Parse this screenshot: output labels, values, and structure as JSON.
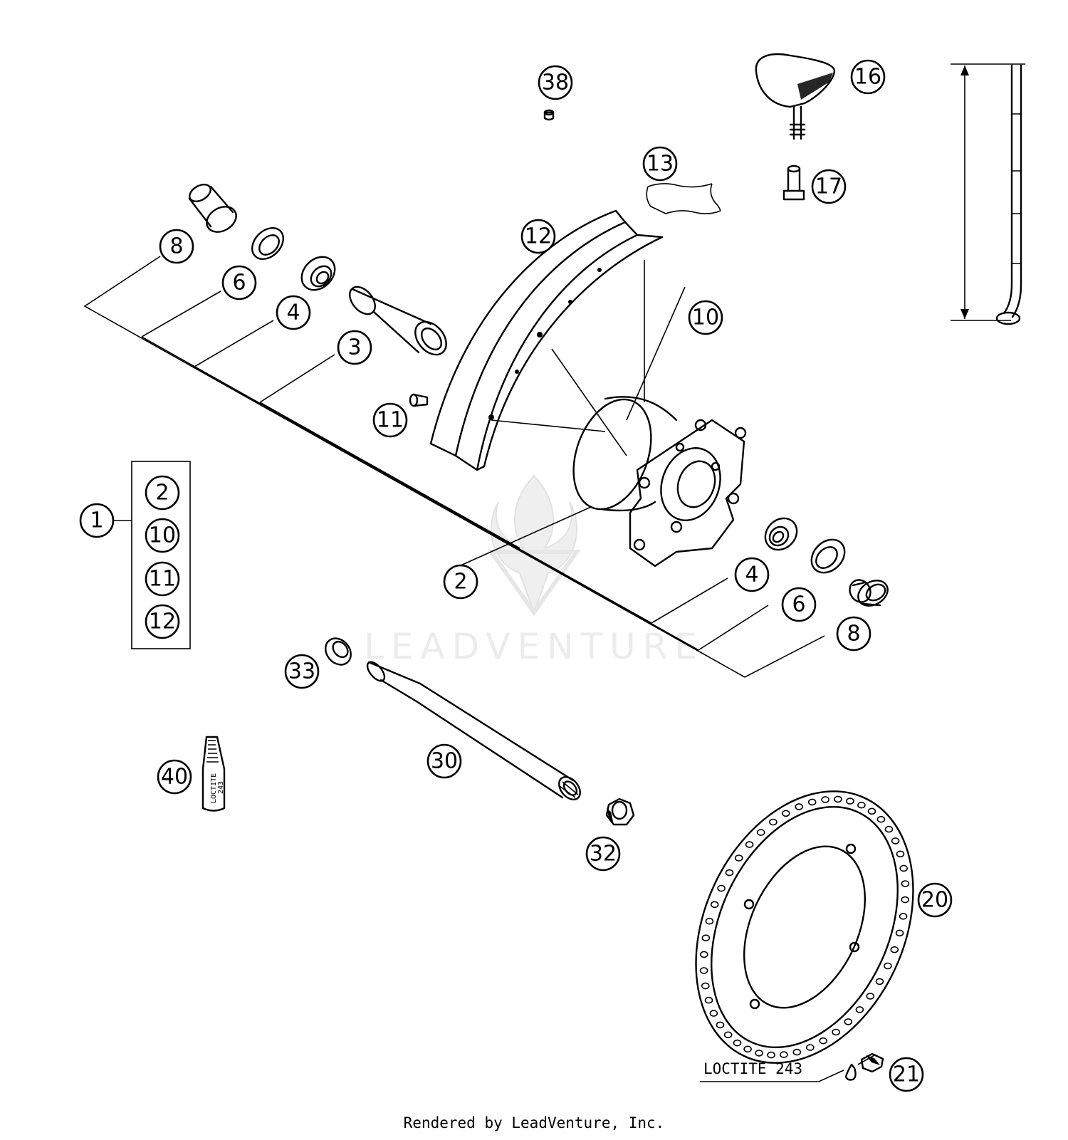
{
  "callouts": {
    "c38": "38",
    "c16": "16",
    "c13": "13",
    "c17": "17",
    "c12": "12",
    "c8": "8",
    "c6": "6",
    "c4": "4",
    "c3": "3",
    "c10": "10",
    "c11": "11",
    "c1": "1",
    "c2_box": "2",
    "c10_box": "10",
    "c11_box": "11",
    "c12_box": "12",
    "c2": "2",
    "c4b": "4",
    "c6b": "6",
    "c8b": "8",
    "c33": "33",
    "c30": "30",
    "c40": "40",
    "c32": "32",
    "c20": "20",
    "c21": "21"
  },
  "labels": {
    "loctite_note": "LOCTITE 243",
    "tube_label_line1": "LOCTITE",
    "tube_label_line2": "243"
  },
  "watermark": {
    "text": "LEADVENTURE"
  },
  "footer": {
    "text": "Rendered by LeadVenture, Inc."
  },
  "colors": {
    "line": "#000000",
    "background": "#ffffff",
    "watermark": "#e6e6e6"
  }
}
